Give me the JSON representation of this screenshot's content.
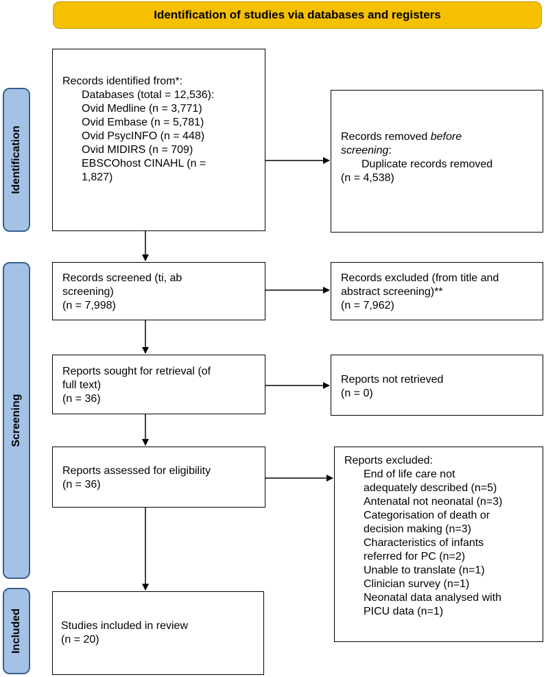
{
  "header": {
    "title": "Identification of studies via databases and registers"
  },
  "phases": {
    "identification": "Identification",
    "screening": "Screening",
    "included": "Included"
  },
  "identified": {
    "title": "Records identified from*:",
    "databases": "Databases (total = 12,536):",
    "items": [
      "Ovid Medline (n = 3,771)",
      "Ovid Embase (n = 5,781)",
      "Ovid PsycINFO (n = 448)",
      "Ovid MIDIRS (n = 709)",
      "EBSCOhost CINAHL (n =",
      "1,827)"
    ]
  },
  "removed": {
    "line1_a": "Records removed ",
    "line1_b": "before",
    "line2_a": "screening",
    "line2_b": ":",
    "detail": "Duplicate records removed",
    "count": "(n = 4,538)"
  },
  "screened": {
    "lines": [
      "Records screened (ti, ab",
      "screening)",
      "(n = 7,998)"
    ]
  },
  "excluded_screening": {
    "lines": [
      "Records excluded (from title and",
      "abstract screening)**",
      "(n = 7,962)"
    ]
  },
  "sought": {
    "lines": [
      "Reports sought for retrieval (of",
      "full text)",
      "(n = 36)"
    ]
  },
  "not_retrieved": {
    "lines": [
      "Reports not retrieved",
      "(n = 0)"
    ]
  },
  "assessed": {
    "lines": [
      "Reports assessed for eligibility",
      "(n = 36)"
    ]
  },
  "reports_excluded": {
    "title": "Reports excluded:",
    "reasons": [
      "End of life care not",
      "adequately described (n=5)",
      "Antenatal not neonatal (n=3)",
      "Categorisation of death or",
      "decision making (n=3)",
      "Characteristics of infants",
      "referred for PC (n=2)",
      "Unable to translate (n=1)",
      "Clinician survey (n=1)",
      "Neonatal data analysed with",
      "PICU data (n=1)"
    ]
  },
  "included_box": {
    "lines": [
      "Studies included in review",
      "(n = 20)"
    ]
  }
}
